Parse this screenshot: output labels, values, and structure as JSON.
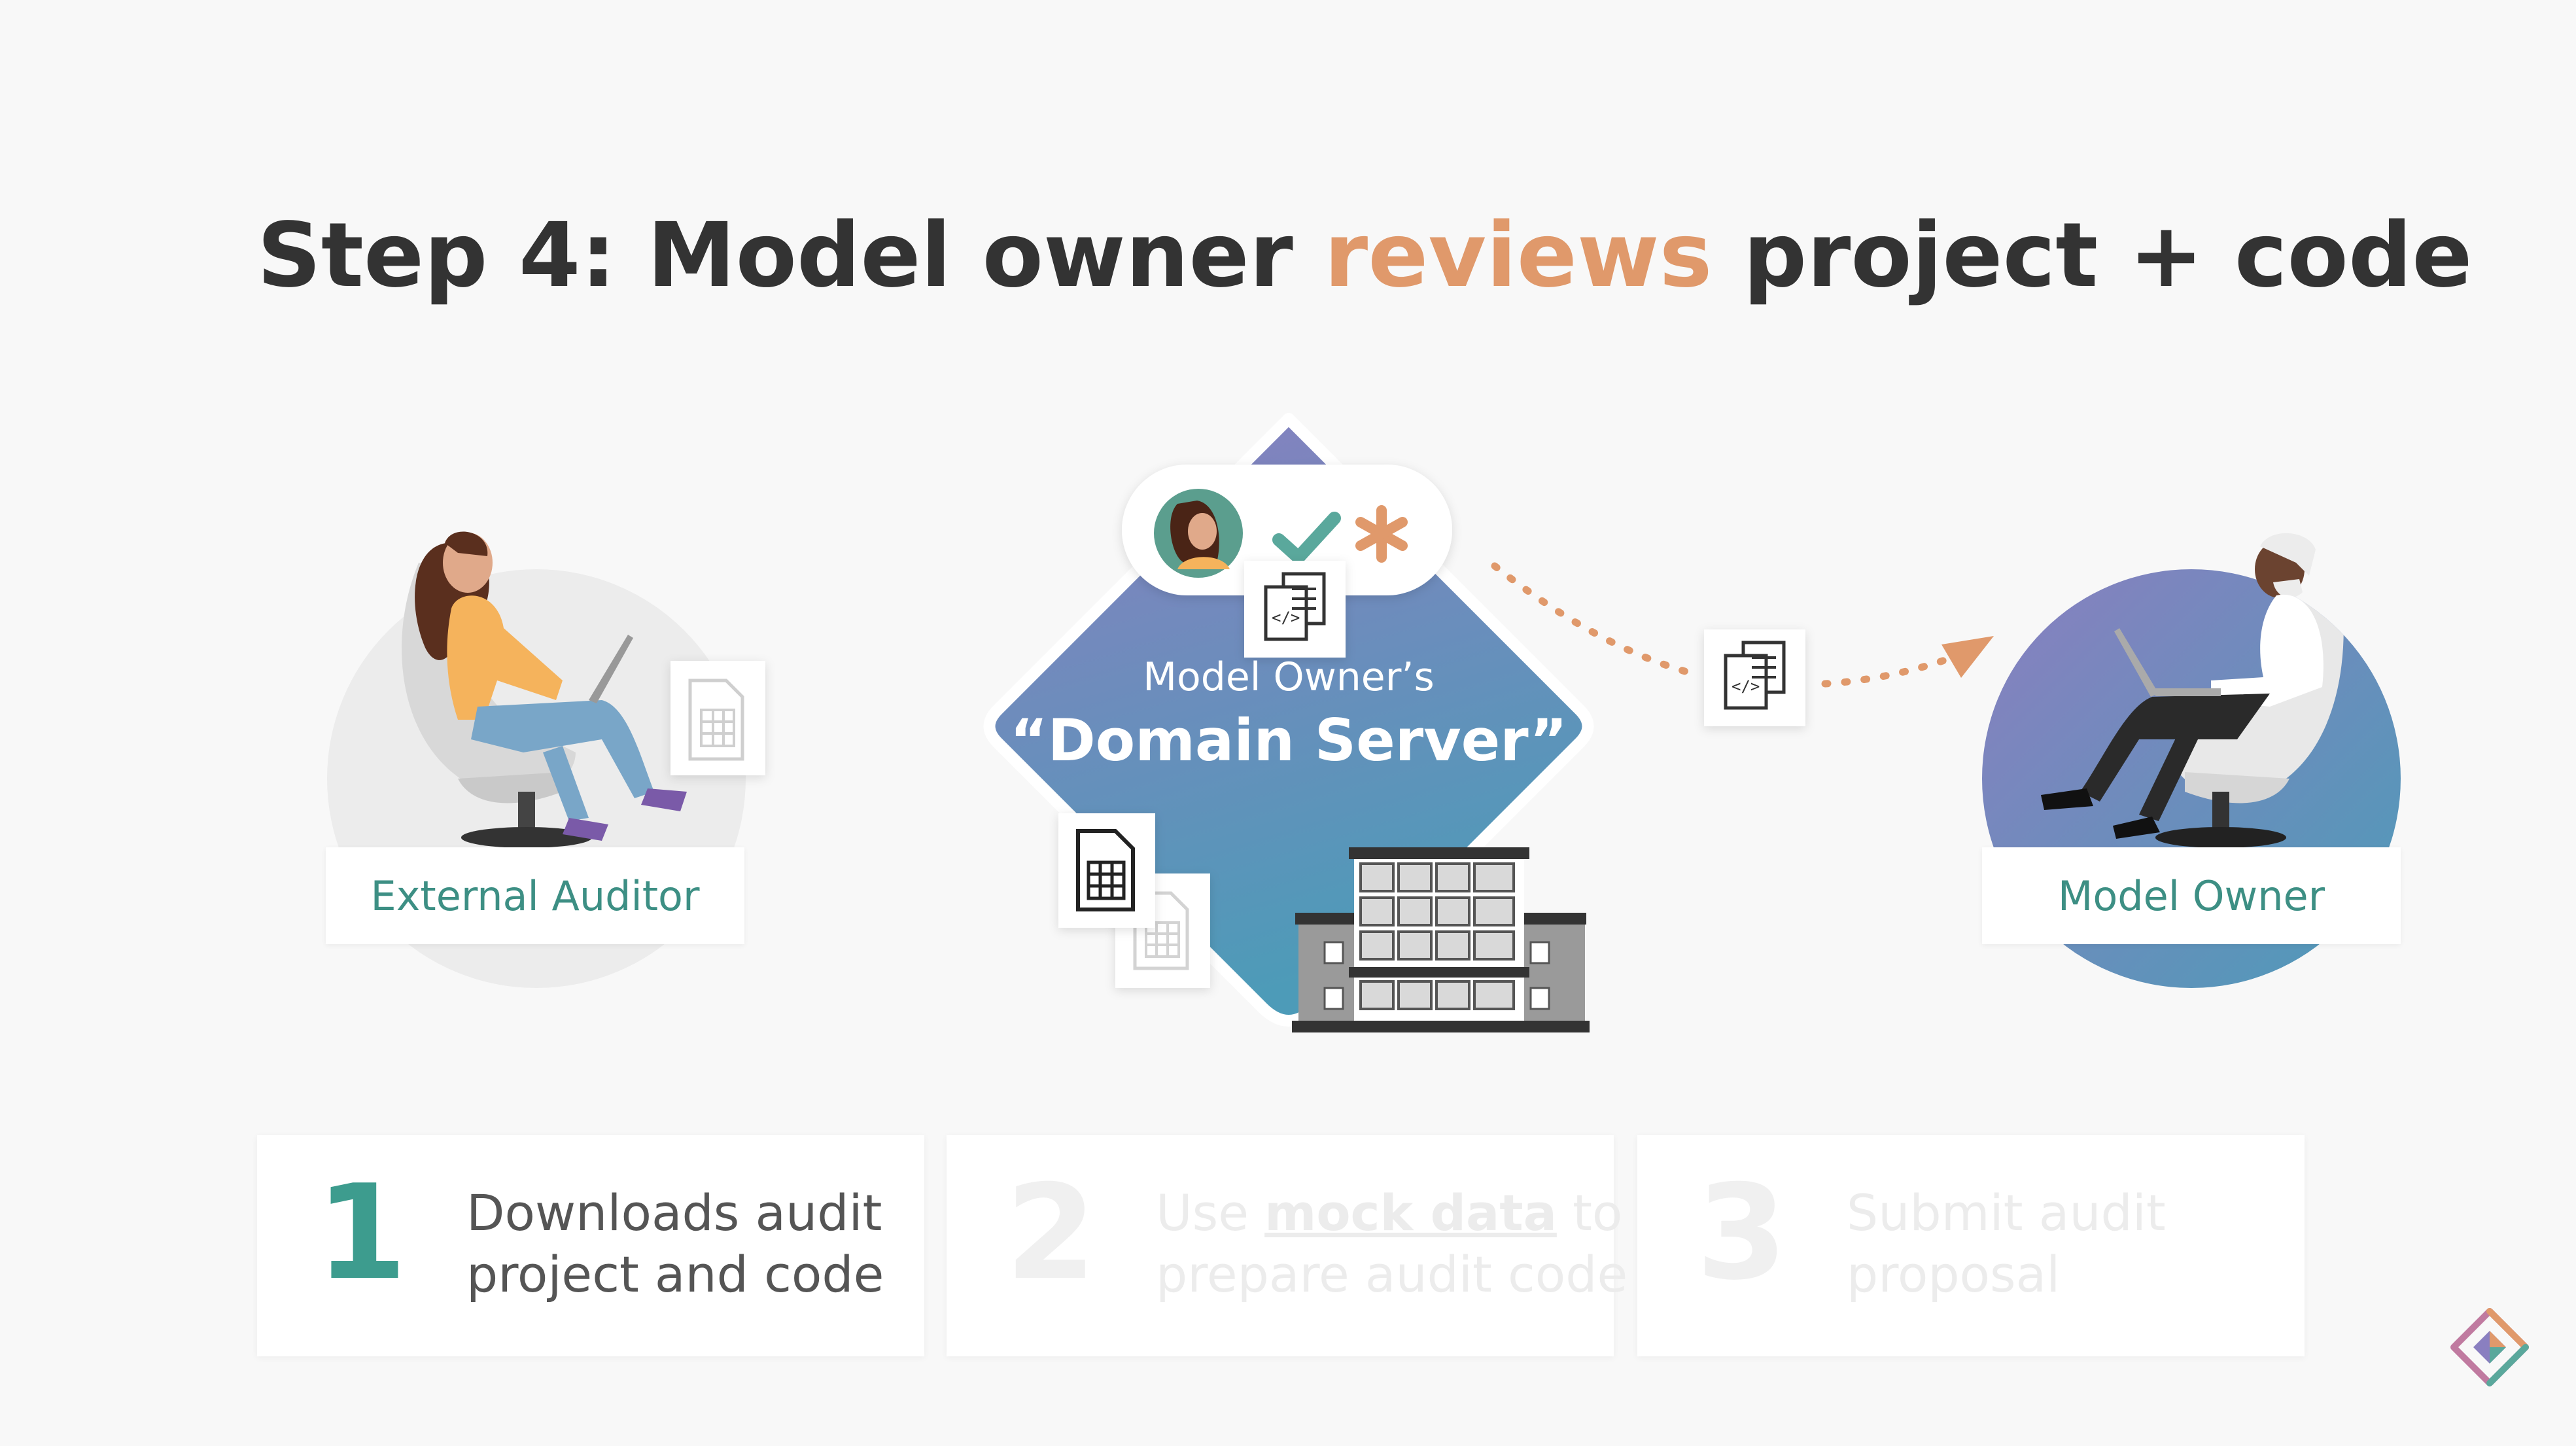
{
  "title": {
    "prefix": "Step 4: Model owner ",
    "accent": "reviews",
    "suffix": " project + code"
  },
  "left_actor": {
    "label": "External Auditor"
  },
  "right_actor": {
    "label": "Model Owner"
  },
  "server": {
    "subtitle": "Model Owner’s",
    "title": "“Domain Server”"
  },
  "steps": [
    {
      "number": "1",
      "line1": "Downloads audit",
      "line2": "project and code",
      "state": "active"
    },
    {
      "number": "2",
      "line1_pre": "Use ",
      "line1_link": "mock data",
      "line1_post": " to",
      "line2": "prepare audit code",
      "state": "dim"
    },
    {
      "number": "3",
      "line1": "Submit audit",
      "line2": "proposal",
      "state": "dim"
    }
  ],
  "colors": {
    "accent": "#e0996b",
    "teal": "#3d8f84",
    "title": "#333333",
    "server_top": "#8a7fc0",
    "server_bottom": "#4d9bb8"
  }
}
